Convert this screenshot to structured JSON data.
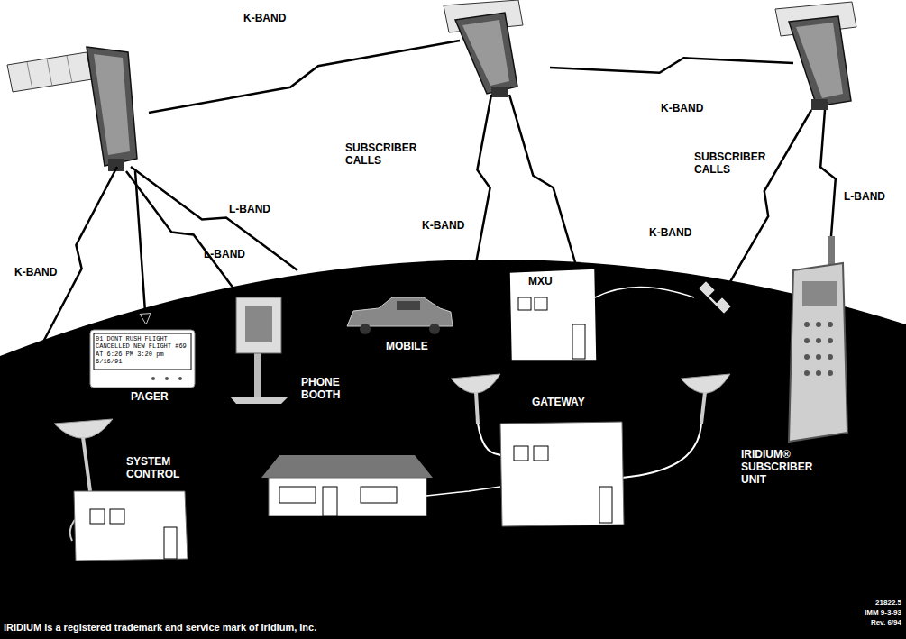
{
  "diagram": {
    "labels": [
      "K-BAND",
      "SUBSCRIBER CALLS",
      "K-BAND",
      "SUBSCRIBER CALLS",
      "L-BAND",
      "L-BAND",
      "K-BAND",
      "K-BAND",
      "L-BAND",
      "K-BAND",
      "01 DONT RUSH FLIGHT CANCELLED NEW FLIGHT #69 AT 6:26 PM 3:20 pm 6/16/91",
      "PAGER",
      "PHONE BOOTH",
      "MOBILE",
      "MXU",
      "SYSTEM CONTROL",
      "GATEWAY",
      "IRIDIUM® SUBSCRIBER UNIT",
      "IRIDIUM is a registered trademark and service mark of Iridium, Inc.",
      "21822.5",
      "IMM 9-3-93",
      "Rev. 6/94"
    ]
  }
}
